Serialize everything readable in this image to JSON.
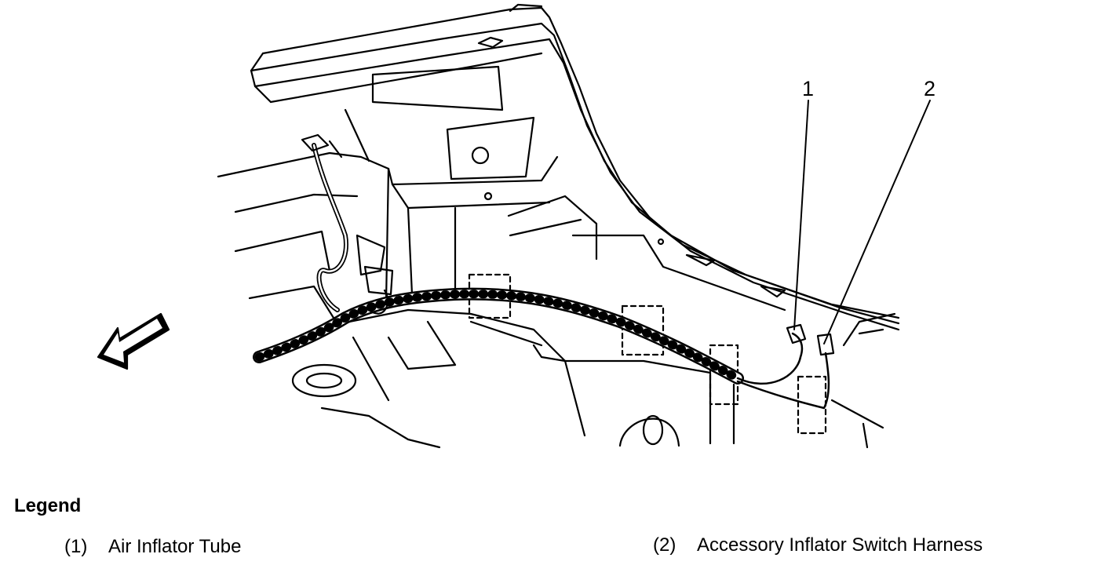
{
  "callouts": [
    {
      "label": "1"
    },
    {
      "label": "2"
    }
  ],
  "legend": {
    "title": "Legend",
    "items": [
      {
        "num": "(1)",
        "text": "Air Inflator Tube"
      },
      {
        "num": "(2)",
        "text": "Accessory Inflator Switch Harness"
      }
    ]
  },
  "icons": {
    "front": "direction-arrow-icon"
  }
}
